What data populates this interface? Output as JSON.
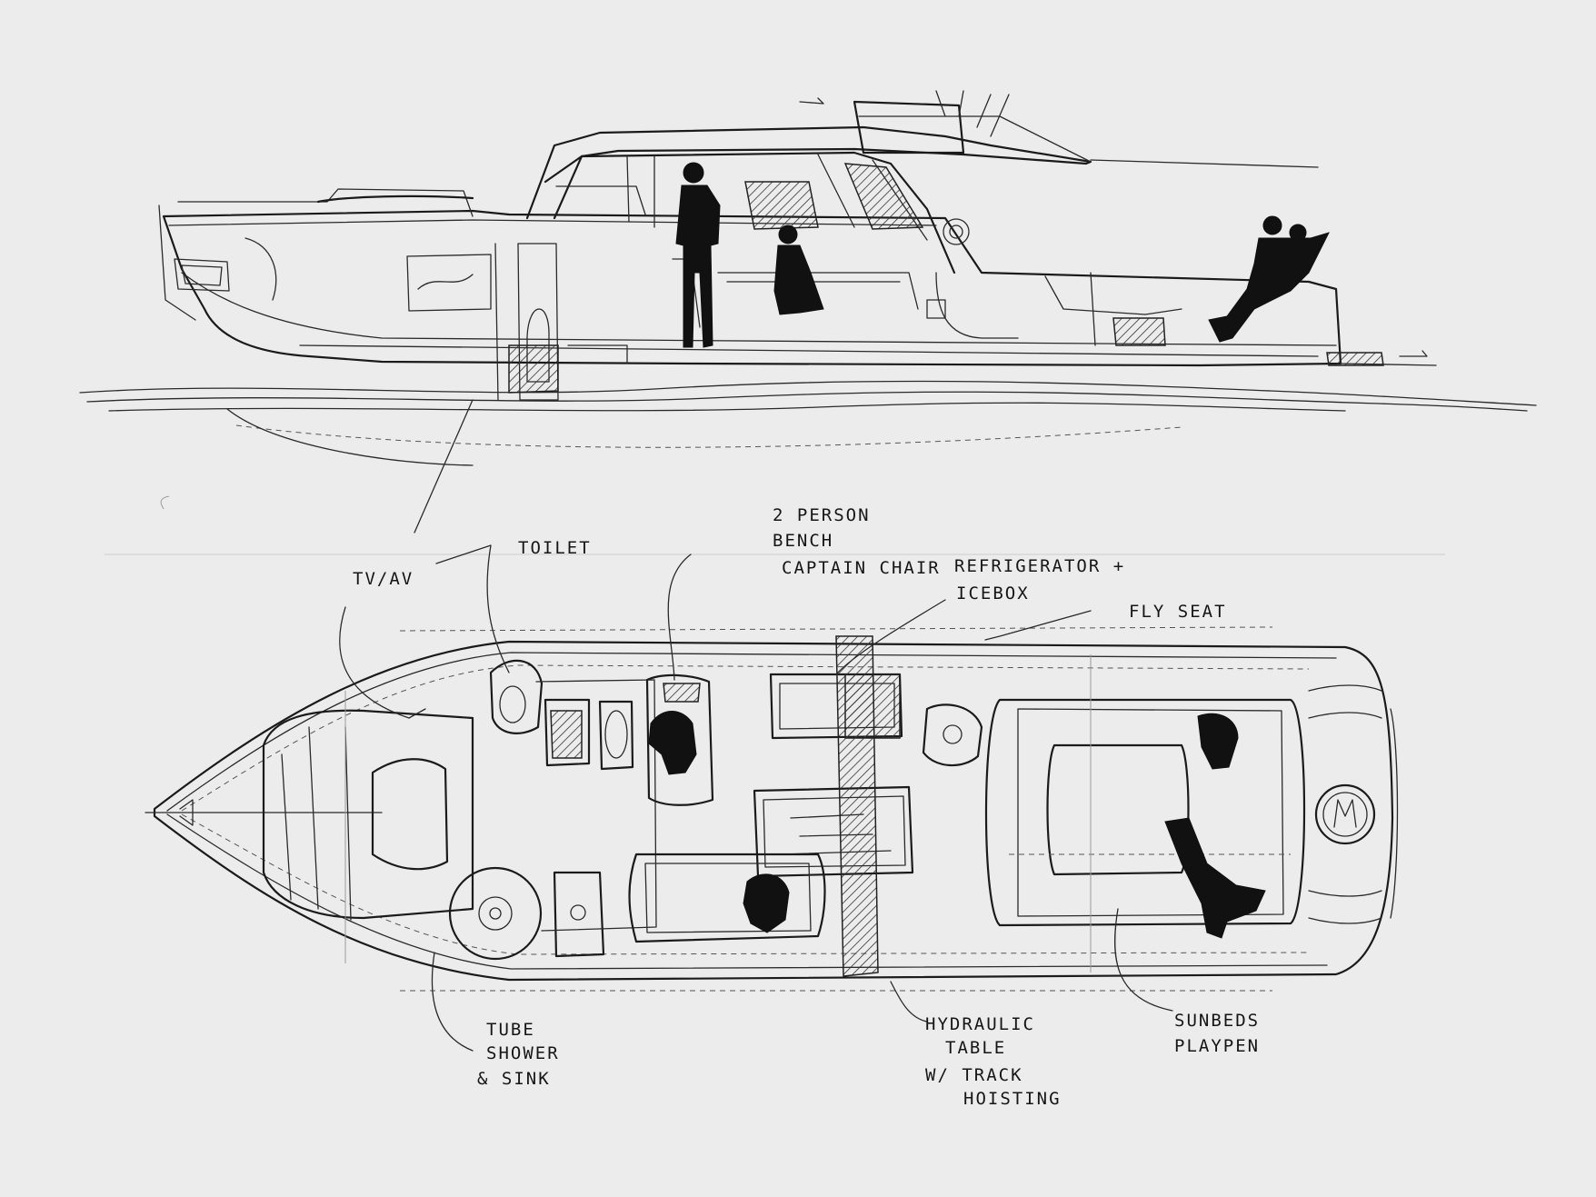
{
  "annotations": {
    "tv_av": "TV/AV",
    "toilet": "TOILET",
    "bench_line1": "2 PERSON",
    "bench_line2": "BENCH",
    "captain_chair": "CAPTAIN CHAIR",
    "refrigerator_line1": "REFRIGERATOR +",
    "refrigerator_line2": "ICEBOX",
    "fly_seat": "FLY SEAT",
    "shower_line1": "TUBE",
    "shower_line2": "SHOWER",
    "shower_line3": "& SINK",
    "table_line1": "HYDRAULIC",
    "table_line2": "TABLE",
    "table_line3": "W/ TRACK",
    "table_line4": "HOISTING",
    "sunbeds_line1": "SUNBEDS",
    "sunbeds_line2": "PLAYPEN"
  },
  "colors": {
    "paper": "#ececec",
    "ink": "#1b1b1b"
  },
  "icons": [
    "person-silhouette-icon",
    "brand-monogram-icon"
  ]
}
